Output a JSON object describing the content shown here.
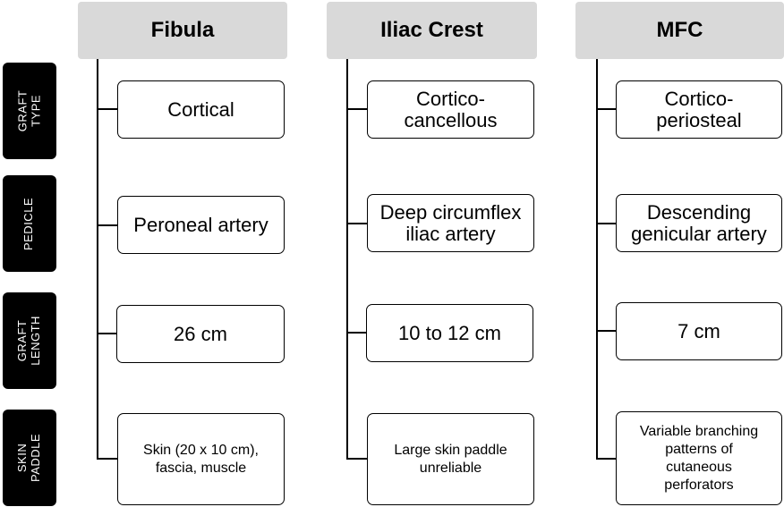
{
  "rows": [
    {
      "label": "GRAFT\nTYPE"
    },
    {
      "label": "PEDICLE"
    },
    {
      "label": "GRAFT\nLENGTH"
    },
    {
      "label": "SKIN\nPADDLE"
    }
  ],
  "columns": [
    {
      "title": "Fibula",
      "graft_type": "Cortical",
      "pedicle": "Peroneal artery",
      "graft_length": "26 cm",
      "skin_paddle": "Skin (20 x 10 cm),\nfascia, muscle"
    },
    {
      "title": "Iliac Crest",
      "graft_type": "Cortico-\ncancellous",
      "pedicle": "Deep circumflex\niliac artery",
      "graft_length": "10 to 12 cm",
      "skin_paddle": "Large skin paddle\nunreliable"
    },
    {
      "title": "MFC",
      "graft_type": "Cortico-\nperiosteal",
      "pedicle": "Descending\ngenicular artery",
      "graft_length": "7 cm",
      "skin_paddle": "Variable branching\npatterns of\ncutaneous\nperforators"
    }
  ]
}
